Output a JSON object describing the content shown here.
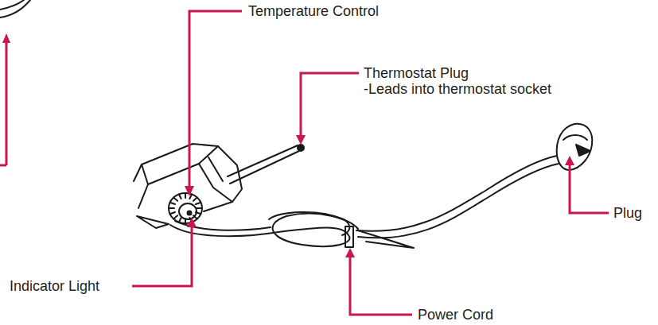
{
  "diagram": {
    "labels": [
      "Temperature Control",
      "Thermostat Plug",
      "-Leads into thermostat socket",
      "Plug",
      "Indicator Light",
      "Power Cord"
    ]
  }
}
